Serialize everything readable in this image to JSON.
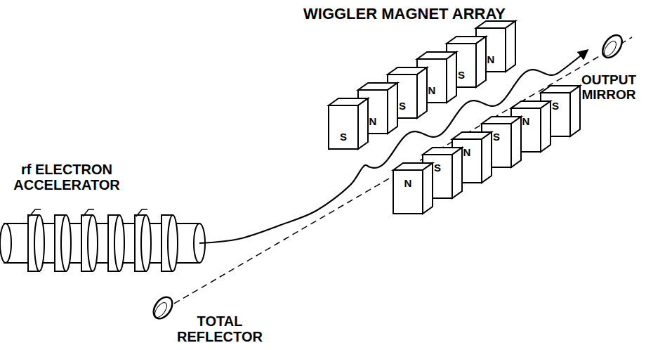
{
  "diagram": {
    "labels": [
      "WIGGLER MAGNET ARRAY",
      "rf ELECTRON ACCELERATOR",
      "OUTPUT MIRROR",
      "S",
      "N",
      "S",
      "N",
      "S",
      "N",
      "N",
      "S",
      "N",
      "S",
      "N",
      "S",
      "TOTAL REFLECTOR"
    ]
  }
}
